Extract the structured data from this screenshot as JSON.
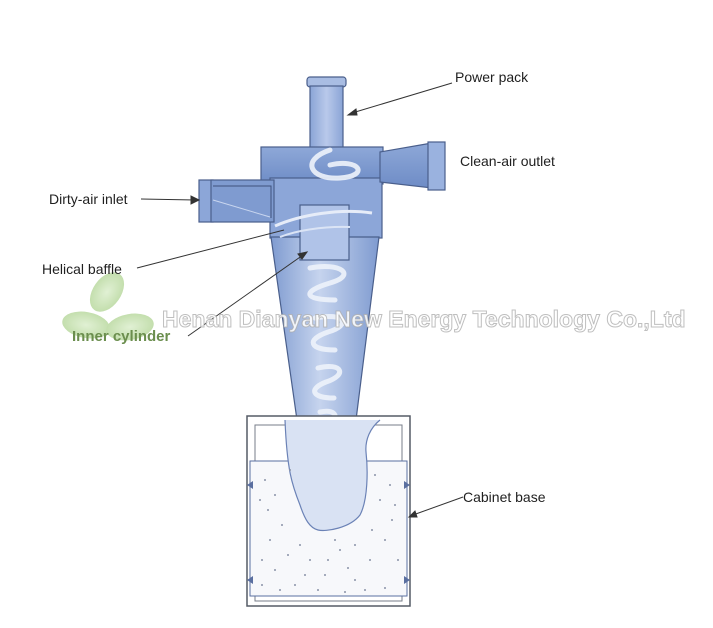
{
  "labels": {
    "power_pack": "Power pack",
    "clean_air_outlet": "Clean-air outlet",
    "dirty_air_inlet": "Dirty-air inlet",
    "helical_baffle": "Helical baffle",
    "inner_cylinder": "Inner cylinder",
    "cabinet_base": "Cabinet base"
  },
  "watermark": "Henan Dianyan New Energy Technology Co.,Ltd",
  "colors": {
    "body_blue": "#7f9bd0",
    "light_blue": "#c9d6ef",
    "outline": "#4a5f8c",
    "logo_green": "#a8cf88"
  }
}
